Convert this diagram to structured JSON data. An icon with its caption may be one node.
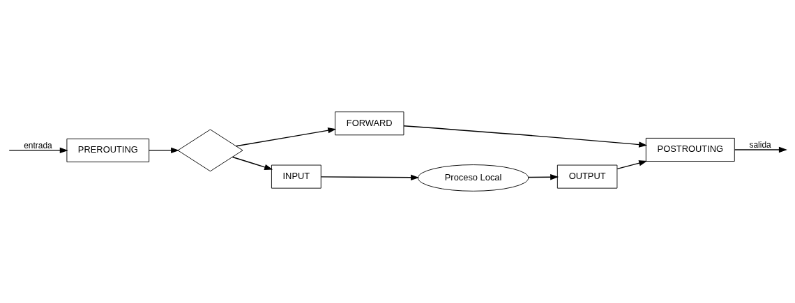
{
  "diagram": {
    "nodes": [
      {
        "text": [
          "PREROUTING"
        ]
      },
      {
        "text": [],
        "shape": "diamond"
      },
      {
        "text": [
          "FORWARD"
        ]
      },
      {
        "text": [
          "INPUT"
        ]
      },
      {
        "text": [
          "Proceso Local"
        ]
      },
      {
        "text": [
          "OUTPUT"
        ]
      },
      {
        "text": [
          "POSTROUTING"
        ]
      }
    ],
    "edges": [
      {
        "from": null,
        "to": 0,
        "arrow": "to",
        "label": "entrada"
      },
      {
        "from": 0,
        "to": 1,
        "arrow": "to"
      },
      {
        "from": 1,
        "to": 2,
        "arrow": "to"
      },
      {
        "from": 1,
        "to": 3,
        "arrow": "to"
      },
      {
        "from": 3,
        "to": 4,
        "arrow": "to"
      },
      {
        "from": 4,
        "to": 5,
        "arrow": "to"
      },
      {
        "from": 2,
        "to": 6,
        "arrow": "to"
      },
      {
        "from": 5,
        "to": 6,
        "arrow": "to"
      },
      {
        "from": 6,
        "to": null,
        "arrow": "to",
        "label": "salida"
      }
    ]
  }
}
